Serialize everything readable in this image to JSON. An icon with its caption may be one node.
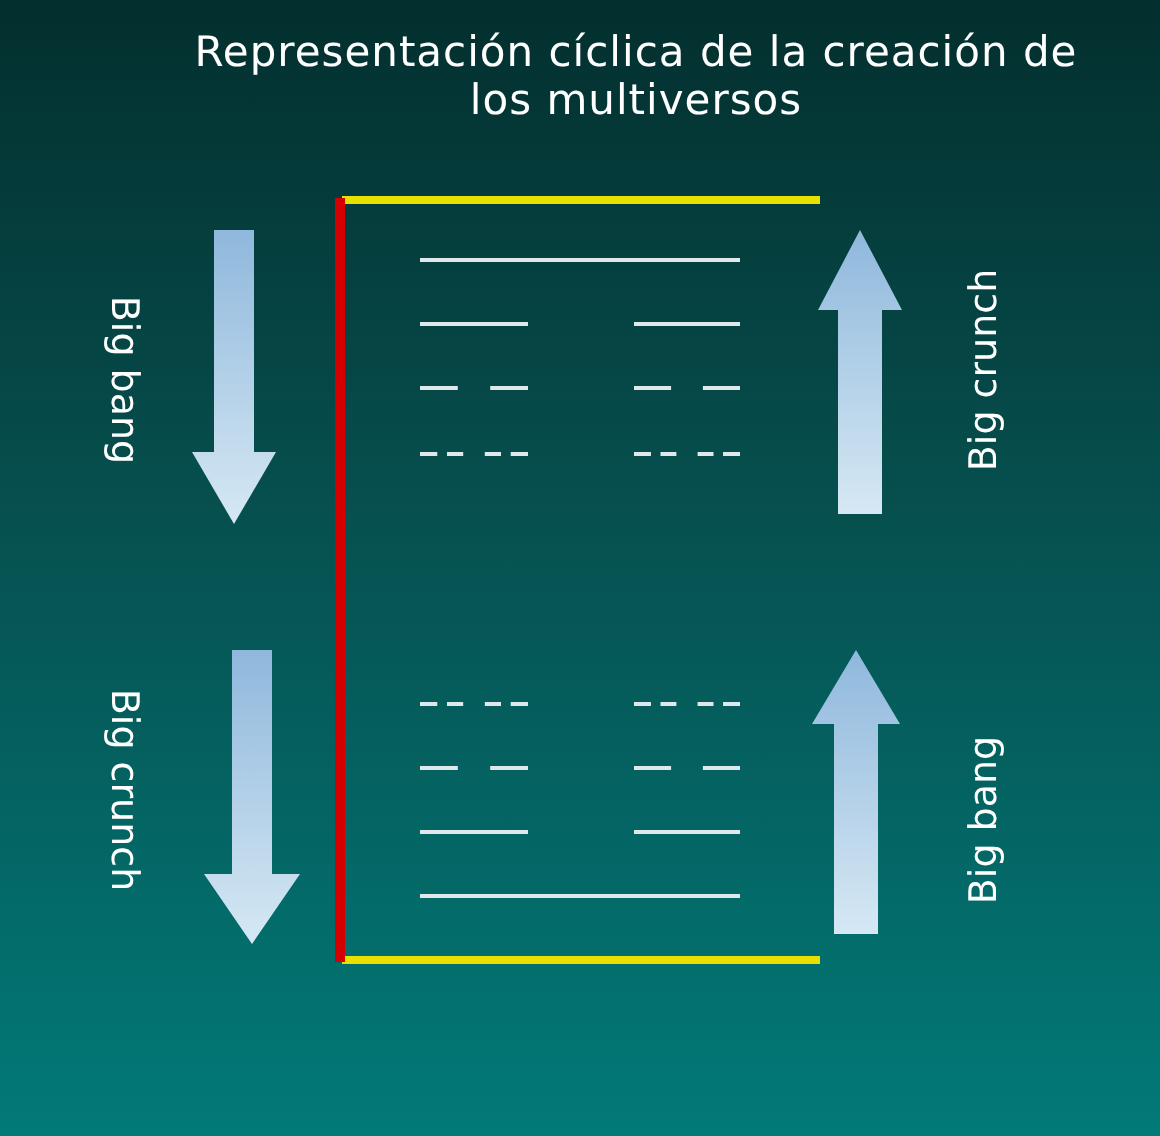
{
  "diagram": {
    "title": "Representación cíclica de la creación de los multiversos",
    "labels": [
      "Big bang",
      "Big crunch",
      "Big crunch",
      "Big bang"
    ]
  }
}
